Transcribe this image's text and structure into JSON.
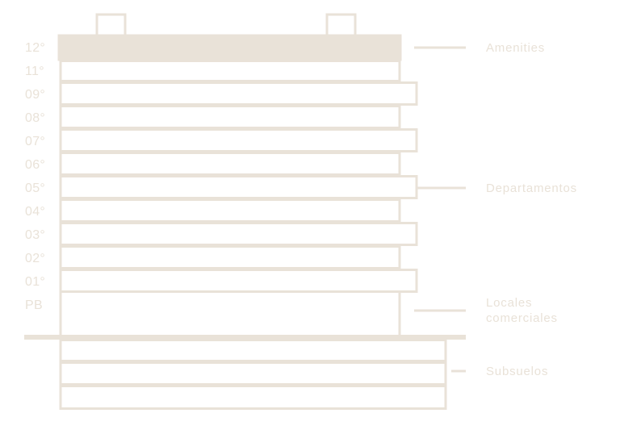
{
  "colors": {
    "line": "#e9e2d8",
    "fill": "#e9e2d8",
    "label": "#e9e2d8"
  },
  "floors": [
    "12°",
    "11°",
    "09°",
    "08°",
    "07°",
    "06°",
    "05°",
    "04°",
    "03°",
    "02°",
    "01°",
    "PB"
  ],
  "sections": {
    "amenities": "Amenities",
    "departamentos": "Departamentos",
    "locales_line1": "Locales",
    "locales_line2": "comerciales",
    "subsuelos": "Subsuelos"
  },
  "basement_levels": 3
}
